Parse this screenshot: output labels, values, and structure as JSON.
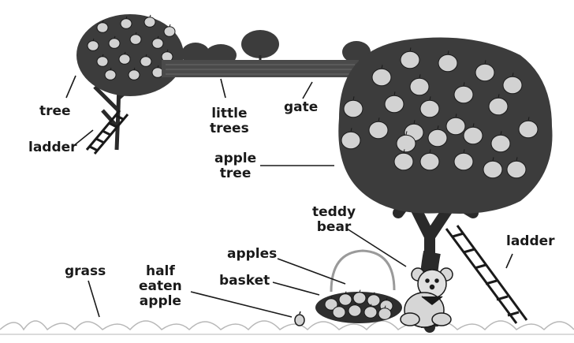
{
  "labels": {
    "tree": "tree",
    "ladder_left": "ladder",
    "little_trees": [
      "little",
      "trees"
    ],
    "gate": "gate",
    "apple_tree": [
      "apple",
      "tree"
    ],
    "teddy_bear": [
      "teddy",
      "bear"
    ],
    "ladder_right": "ladder",
    "grass": "grass",
    "half_eaten_apple": [
      "half",
      "eaten",
      "apple"
    ],
    "apples": "apples",
    "basket": "basket"
  },
  "colors": {
    "foliage": "#3c3c3c",
    "apple": "#d2d2d2",
    "trunk": "#2a2a2a",
    "ink": "#1a1a1a",
    "grass": "#b8b8b8"
  }
}
